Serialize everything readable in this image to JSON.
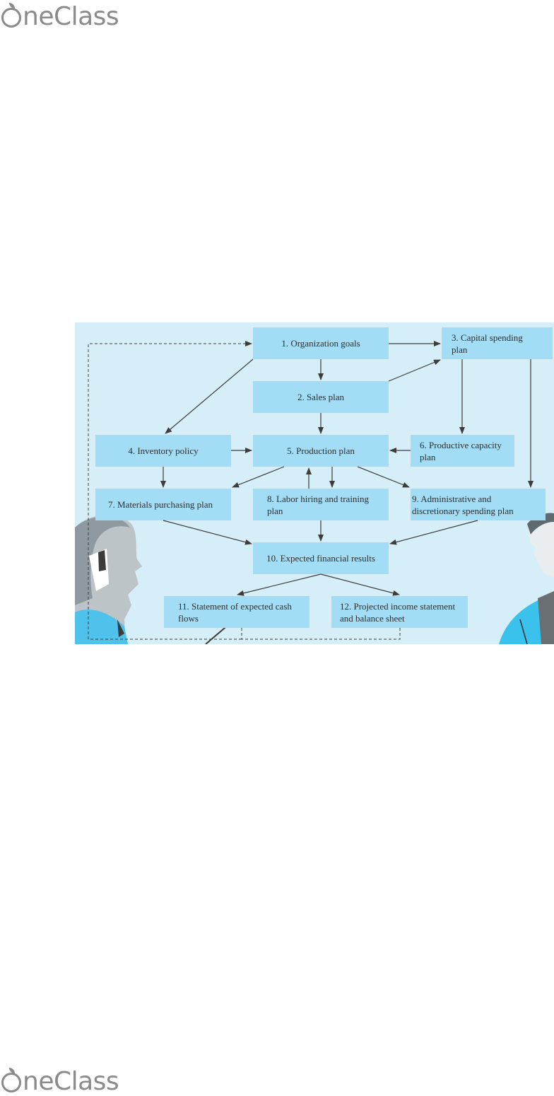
{
  "brand": {
    "top_logo_text": "neClass",
    "bottom_logo_text": "neClass"
  },
  "diagram": {
    "nodes": {
      "n1": "1. Organization goals",
      "n2": "2. Sales plan",
      "n3": "3. Capital spending\n    plan",
      "n4": "4. Inventory policy",
      "n5": "5. Production plan",
      "n6": "6. Productive capacity\n    plan",
      "n7": "7. Materials purchasing plan",
      "n8": "8. Labor hiring and training\n    plan",
      "n9": "9. Administrative and\ndiscretionary spending plan",
      "n10": "10. Expected financial results",
      "n11": "11. Statement of expected cash\n      flows",
      "n12": "12. Projected income statement\n      and balance sheet"
    }
  },
  "colors": {
    "figure_background": "#d5eef8",
    "box_fill": "#a2dcf5",
    "arrow": "#3d3d3d",
    "logo_gray": "#8a8a8a"
  }
}
